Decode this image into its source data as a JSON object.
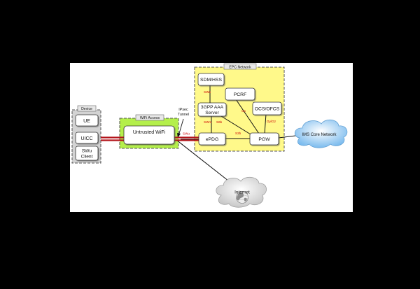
{
  "groups": {
    "device": "Device",
    "wifi_access": "WiFi Access",
    "epc_network": "EPC Network"
  },
  "nodes": {
    "ue": "UE",
    "uicc": "UICC",
    "swu_client_line1": "SWu",
    "swu_client_line2": "Client",
    "untrusted_wifi": "Untrusted WiFi",
    "sdm_hss": "SDM/HSS",
    "pcrf": "PCRF",
    "aaa_line1": "3GPP AAA",
    "aaa_line2": "Server",
    "ocs_ofcs": "OCS/OFCS",
    "epdg": "ePDG",
    "pgw": "PGW",
    "ims_core": "IMS Core Network",
    "internet": "Internet"
  },
  "annotations": {
    "ipsec_line1": "IPsec",
    "ipsec_line2": "Tunnel"
  },
  "interfaces": {
    "swa": "SWa",
    "swm": "SWm",
    "s6b": "S6b",
    "gx": "Gx",
    "s2b": "S2b",
    "gy_gz": "Gy/Gz",
    "swu": "SWu"
  },
  "colors": {
    "wifi_fill": "#b4ef4b",
    "epc_fill": "#fff98a",
    "tunnel": "#b3151b",
    "interface_label": "#cc0000",
    "cloud_blue": "#7bbbee",
    "cloud_gray": "#d3d3d3"
  }
}
